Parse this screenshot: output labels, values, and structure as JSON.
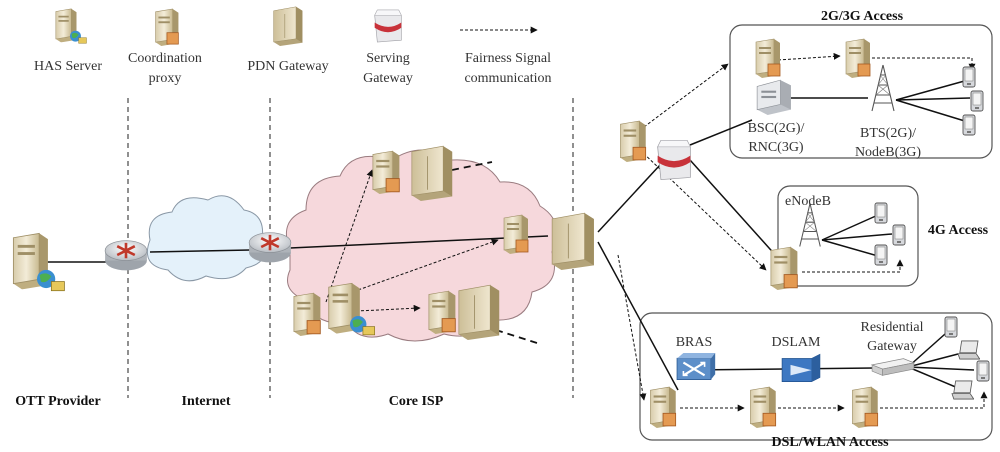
{
  "legend": {
    "has_server": "HAS Server",
    "coordination_proxy_1": "Coordination",
    "coordination_proxy_2": "proxy",
    "pdn_gateway": "PDN Gateway",
    "serving_gateway_1": "Serving",
    "serving_gateway_2": "Gateway",
    "fairness_1": "Fairness Signal",
    "fairness_2": "communication"
  },
  "sections": {
    "ott": "OTT Provider",
    "internet": "Internet",
    "core_isp": "Core ISP"
  },
  "access": {
    "g23_title": "2G/3G Access",
    "bsc_1": "BSC(2G)/",
    "bsc_2": "RNC(3G)",
    "bts_1": "BTS(2G)/",
    "bts_2": "NodeB(3G)",
    "g4_title": "4G Access",
    "enodeb": "eNodeB",
    "dsl_title": "DSL/WLAN Access",
    "bras": "BRAS",
    "dslam": "DSLAM",
    "rg_1": "Residential",
    "rg_2": "Gateway"
  },
  "colors": {
    "server_light": "#efe6cf",
    "server_dark": "#cdbf98",
    "proxy_accent": "#e49a52",
    "cloud_fill": "#f6d8dc",
    "cloud_internet": "#e4f1fa",
    "router_red": "#c0392b",
    "bras_blue": "#5d8fc9"
  }
}
